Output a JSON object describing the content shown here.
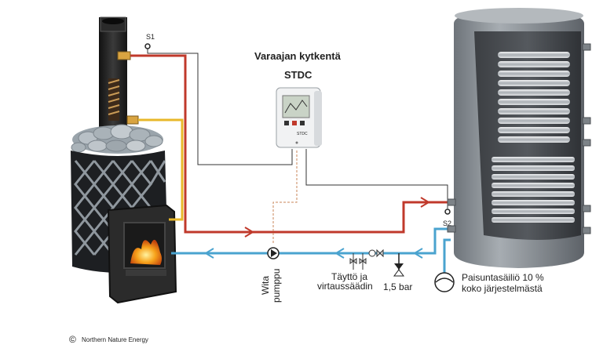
{
  "title": "Varaajan kytkentä",
  "controller": {
    "name": "STDC",
    "badge": "STDC"
  },
  "sensors": {
    "s1": "S1",
    "s2": "S2"
  },
  "labels": {
    "pump_line1": "Wita",
    "pump_line2": "pumppu",
    "fill_line1": "Täyttö ja",
    "fill_line2": "virtaussäädin",
    "pressure": "1,5 bar",
    "expansion_line1": "Paisuntasäiliö 10 %",
    "expansion_line2": "koko järjestelmästä"
  },
  "copyright": {
    "symbol": "©",
    "text": "Northern Nature Energy"
  },
  "colors": {
    "hot_pipe": "#c0392b",
    "cold_pipe": "#4aa3cf",
    "yellow_pipe": "#e8b82a",
    "signal_wire": "#333333",
    "pump_wire": "#c8865a",
    "tank_shell": "#8f959a",
    "stone": "#9aa4ab"
  }
}
